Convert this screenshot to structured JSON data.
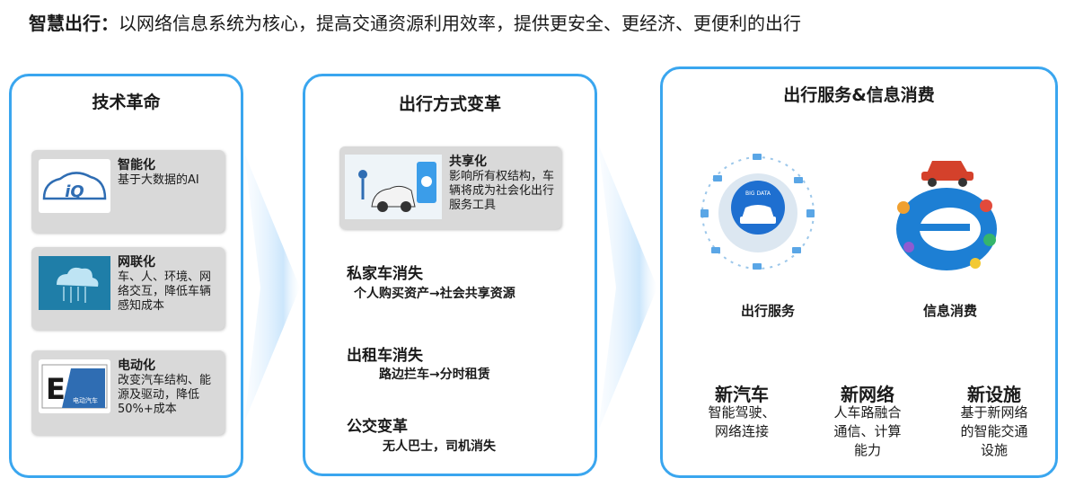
{
  "headline": {
    "bold": "智慧出行：",
    "text": "以网络信息系统为核心，提高交通资源利用效率，提供更安全、更经济、更便利的出行"
  },
  "panel1": {
    "title": "技术革命",
    "cards": [
      {
        "title": "智能化",
        "desc": "基于大数据的AI",
        "icon": "smart-car-iq-icon"
      },
      {
        "title": "网联化",
        "desc": "车、人、环境、网络交互，降低车辆感知成本",
        "icon": "cloud-network-icon"
      },
      {
        "title": "电动化",
        "desc": "改变汽车结构、能源及驱动，降低50%+成本",
        "icon": "ev-logo-icon",
        "logo_text": "电动汽车"
      }
    ]
  },
  "panel2": {
    "title": "出行方式变革",
    "card": {
      "title": "共享化",
      "desc": "影响所有权结构，车辆将成为社会化出行服务工具",
      "icon": "car-sharing-icon"
    },
    "items": [
      {
        "title": "私家车消失",
        "sub": "个人购买资产→社会共享资源"
      },
      {
        "title": "出租车消失",
        "sub": "路边拦车→分时租赁"
      },
      {
        "title": "公交变革",
        "sub": "无人巴士，司机消失"
      }
    ]
  },
  "panel3": {
    "title": "出行服务&信息消费",
    "illustrations": [
      {
        "label": "出行服务",
        "icon": "big-data-car-icon",
        "badge": "BIG DATA"
      },
      {
        "label": "信息消费",
        "icon": "info-consumption-e-icon"
      }
    ],
    "columns": [
      {
        "title": "新汽车",
        "desc": [
          "智能驾驶、",
          "网络连接"
        ]
      },
      {
        "title": "新网络",
        "desc": [
          "人车路融合",
          "通信、计算",
          "能力"
        ]
      },
      {
        "title": "新设施",
        "desc": [
          "基于新网络",
          "的智能交通",
          "设施"
        ]
      }
    ]
  },
  "colors": {
    "border": "#3aa6ef",
    "card_bg": "#d9d9d9",
    "text": "#1a1a1a",
    "accent_blue": "#1e6fd0"
  }
}
